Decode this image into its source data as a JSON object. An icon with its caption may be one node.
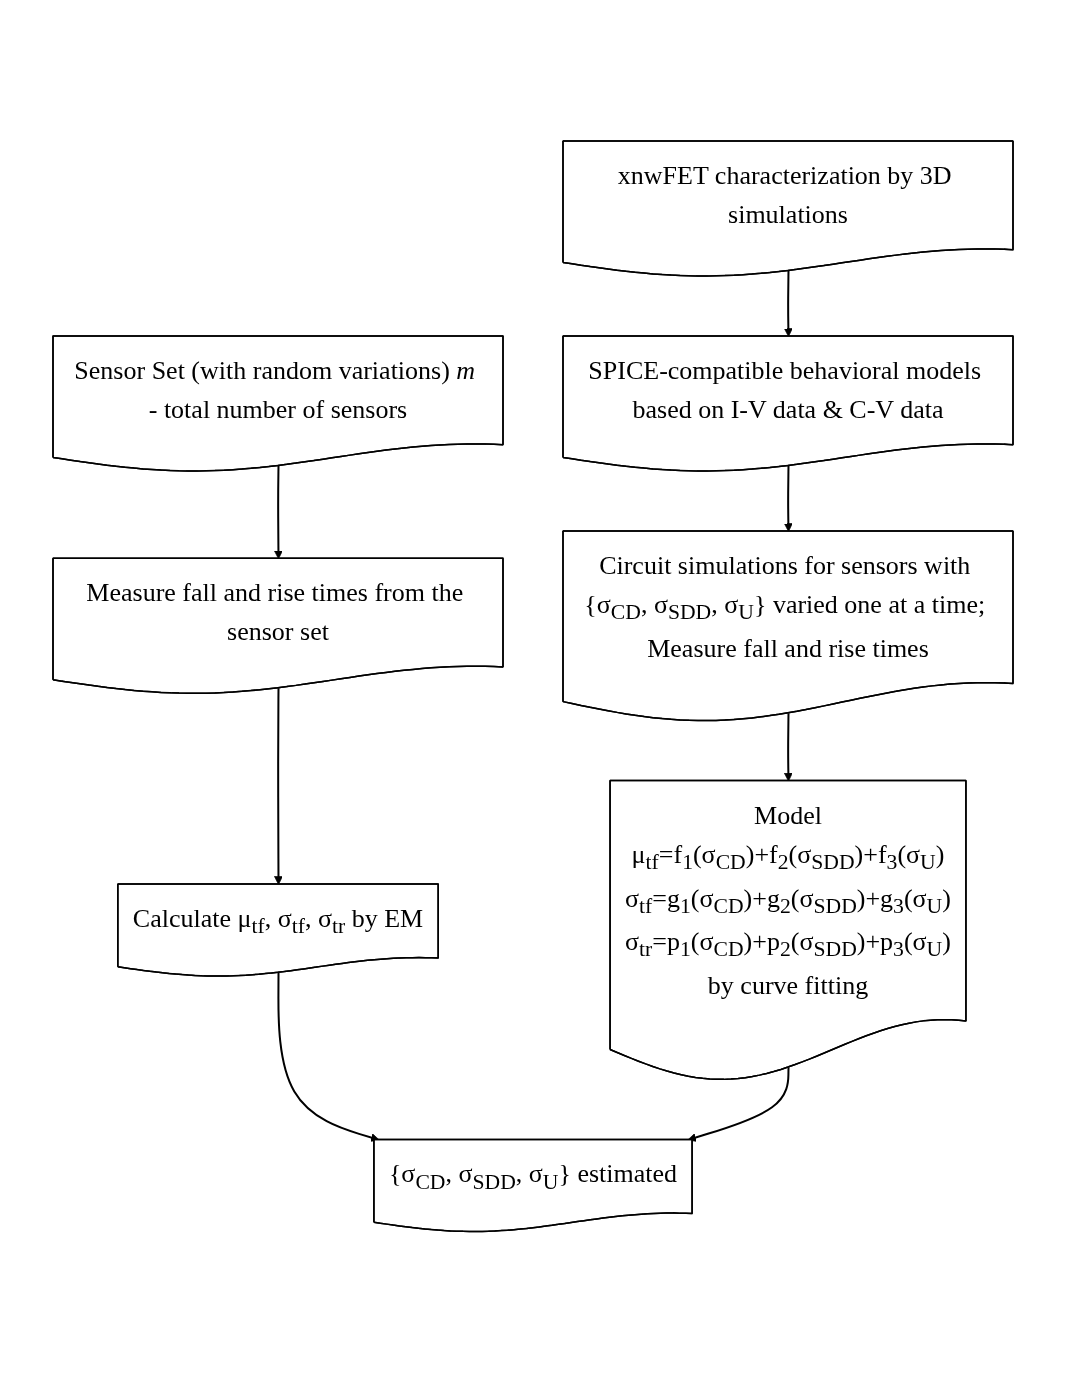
{
  "diagram": {
    "nodes": [
      {
        "text": [
          "xnwFET characterization by 3D simulations"
        ]
      },
      {
        "text": [
          "SPICE-compatible behavioral models based on I-V data & C-V data"
        ]
      },
      {
        "text": [
          "Sensor Set (with random variations) *m* - total number of sensors"
        ]
      },
      {
        "text": [
          "Circuit simulations for sensors with {σ$_{CD}$, σ$_{SDD}$, σ$_{U}$} varied one at a time; Measure fall and rise times"
        ]
      },
      {
        "text": [
          "Measure fall and rise times from the sensor set"
        ]
      },
      {
        "text": [
          "Model",
          "μ$_{tf}$=f$_{1}$(σ$_{CD}$)+f$_{2}$(σ$_{SDD}$)+f$_{3}$(σ$_{U}$)",
          "σ$_{tf}$=g$_{1}$(σ$_{CD}$)+g$_{2}$(σ$_{SDD}$)+g$_{3}$(σ$_{U}$)",
          "σ$_{tr}$=p$_{1}$(σ$_{CD}$)+p$_{2}$(σ$_{SDD}$)+p$_{3}$(σ$_{U}$)",
          "by curve fitting"
        ]
      },
      {
        "text": [
          "Calculate μ$_{tf}$, σ$_{tf}$, σ$_{tr}$ by EM"
        ]
      },
      {
        "text": [
          "{σ$_{CD}$, σ$_{SDD}$, σ$_{U}$} estimated"
        ]
      }
    ],
    "edges": [
      {
        "from": 0,
        "to": 1,
        "arrow": "to"
      },
      {
        "from": 1,
        "to": 3,
        "arrow": "to"
      },
      {
        "from": 3,
        "to": 5,
        "arrow": "to"
      },
      {
        "from": 2,
        "to": 4,
        "arrow": "to"
      },
      {
        "from": 4,
        "to": 6,
        "arrow": "to"
      },
      {
        "from": 6,
        "to": 7,
        "arrow": "to"
      },
      {
        "from": 5,
        "to": 7,
        "arrow": "to"
      }
    ]
  }
}
